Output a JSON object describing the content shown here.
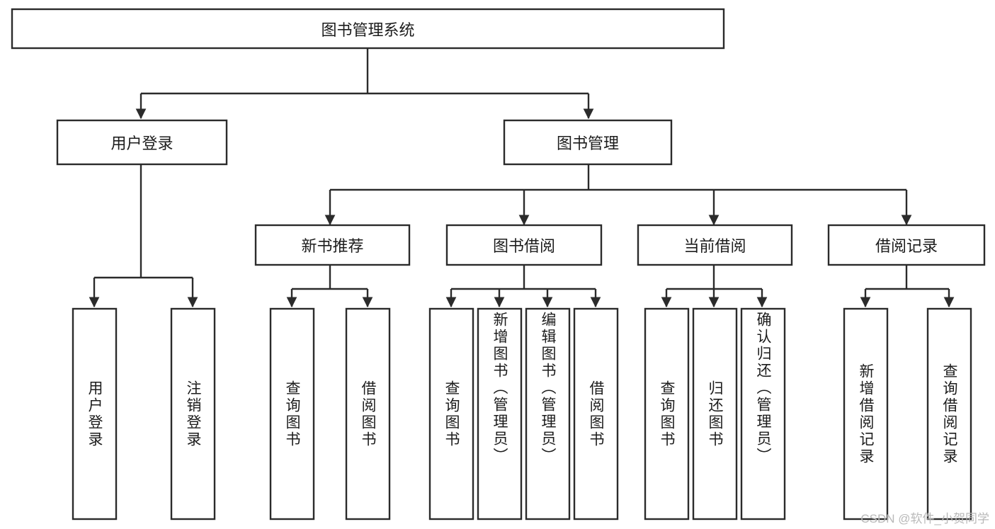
{
  "diagram": {
    "type": "tree",
    "title_node": {
      "id": "root",
      "label": "图书管理系统"
    },
    "levels": [
      {
        "level": 1,
        "nodes": [
          {
            "id": "root",
            "label": "图书管理系统",
            "orientation": "horizontal"
          }
        ]
      },
      {
        "level": 2,
        "nodes": [
          {
            "id": "user-login",
            "label": "用户登录",
            "orientation": "horizontal",
            "parent": "root"
          },
          {
            "id": "book-manage",
            "label": "图书管理",
            "orientation": "horizontal",
            "parent": "root"
          }
        ]
      },
      {
        "level": 3,
        "nodes": [
          {
            "id": "new-book-recommend",
            "label": "新书推荐",
            "orientation": "horizontal",
            "parent": "book-manage"
          },
          {
            "id": "book-borrow",
            "label": "图书借阅",
            "orientation": "horizontal",
            "parent": "book-manage"
          },
          {
            "id": "current-borrow",
            "label": "当前借阅",
            "orientation": "horizontal",
            "parent": "book-manage"
          },
          {
            "id": "borrow-record",
            "label": "借阅记录",
            "orientation": "horizontal",
            "parent": "book-manage"
          }
        ]
      },
      {
        "level": 4,
        "nodes": [
          {
            "id": "leaf-user-login",
            "label": "用户登录",
            "orientation": "vertical",
            "parent": "user-login"
          },
          {
            "id": "leaf-logout-login",
            "label": "注销登录",
            "orientation": "vertical",
            "parent": "user-login"
          },
          {
            "id": "leaf-query-book-1",
            "label": "查询图书",
            "orientation": "vertical",
            "parent": "new-book-recommend"
          },
          {
            "id": "leaf-borrow-book-1",
            "label": "借阅图书",
            "orientation": "vertical",
            "parent": "new-book-recommend"
          },
          {
            "id": "leaf-query-book-2",
            "label": "查询图书",
            "orientation": "vertical",
            "parent": "book-borrow"
          },
          {
            "id": "leaf-add-book",
            "label": "新增图书（管理员）",
            "orientation": "vertical",
            "parent": "book-borrow"
          },
          {
            "id": "leaf-edit-book",
            "label": "编辑图书（管理员）",
            "orientation": "vertical",
            "parent": "book-borrow"
          },
          {
            "id": "leaf-borrow-book-2",
            "label": "借阅图书",
            "orientation": "vertical",
            "parent": "book-borrow"
          },
          {
            "id": "leaf-query-book-3",
            "label": "查询图书",
            "orientation": "vertical",
            "parent": "current-borrow"
          },
          {
            "id": "leaf-return-book",
            "label": "归还图书",
            "orientation": "vertical",
            "parent": "current-borrow"
          },
          {
            "id": "leaf-confirm-return",
            "label": "确认归还（管理员）",
            "orientation": "vertical",
            "parent": "current-borrow"
          },
          {
            "id": "leaf-add-record",
            "label": "新增借阅记录",
            "orientation": "vertical",
            "parent": "borrow-record"
          },
          {
            "id": "leaf-query-record",
            "label": "查询借阅记录",
            "orientation": "vertical",
            "parent": "borrow-record"
          }
        ]
      }
    ],
    "colors": {
      "box_stroke": "#2b2b2b",
      "box_fill": "#ffffff",
      "text": "#1c1c1c",
      "connector": "#2b2b2b",
      "background": "#ffffff",
      "watermark": "#b9b9b9"
    }
  },
  "watermark": {
    "text": "CSDN @软件_小贺同学"
  }
}
